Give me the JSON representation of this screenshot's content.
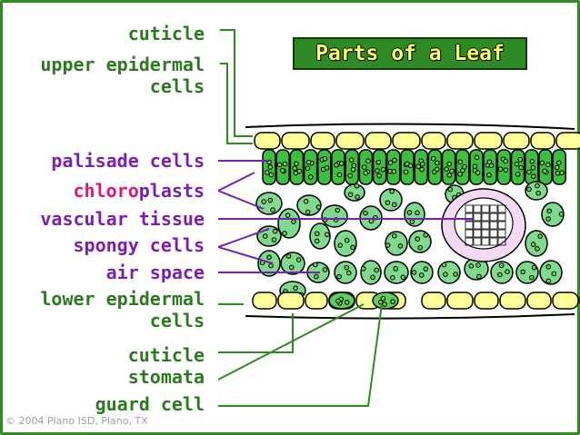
{
  "title": "Parts of a Leaf",
  "copyright": "© 2004 Plano ISD, Plano, TX",
  "colors": {
    "border": "#2e8b1f",
    "label_green": "#2b7a1f",
    "label_purple": "#7a1fb3",
    "label_magenta": "#e0157a",
    "cell_yellow": "#ffff99",
    "cell_green": "#7fd98f",
    "palisade": "#3fbf3f",
    "vascular": "#f3d9f3"
  },
  "labels": {
    "cuticle_top": "cuticle",
    "upper_epidermal_1": "upper epidermal",
    "upper_epidermal_2": "cells",
    "palisade": "palisade cells",
    "chloro_a": "chloro",
    "chloro_b": "plasts",
    "vascular": "vascular tissue",
    "spongy": "spongy cells",
    "air_space": "air space",
    "lower_epidermal_1": "lower epidermal",
    "lower_epidermal_2": "cells",
    "cuticle_bottom": "cuticle",
    "stomata": "stomata",
    "guard_cell": "guard cell"
  }
}
